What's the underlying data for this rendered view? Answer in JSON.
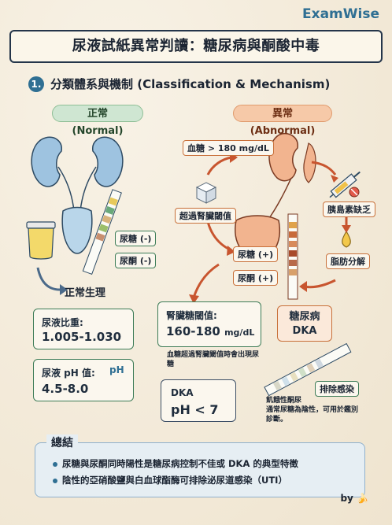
{
  "brand": "ExamWise",
  "title": "尿液試紙異常判讀：糖尿病與酮酸中毒",
  "section": {
    "number": "1.",
    "title": "分類體系與機制 (Classification & Mechanism)"
  },
  "normal": {
    "pill": "正常 (Normal)",
    "strip_labels": [
      "尿糖 (-)",
      "尿酮 (-)"
    ],
    "physiology_label": "正常生理",
    "sg": {
      "label": "尿液比重:",
      "value": "1.005-1.030"
    },
    "ph": {
      "label": "尿液 pH 值:",
      "value": "4.5-8.0",
      "icon_text": "pH"
    }
  },
  "abnormal": {
    "pill": "異常 (Abnormal)",
    "blood_sugar": "血糖 > 180 mg/dL",
    "over_threshold": "超過腎臟閾值",
    "insulin_lack": "胰島素缺乏",
    "fat_breakdown": "脂肪分解",
    "strip_labels": [
      "尿糖 (+)",
      "尿酮 (+)"
    ],
    "renal_threshold": {
      "label": "腎臟糖閾值:",
      "value": "160-180",
      "unit": "mg/dL",
      "note": "血糖超過腎臟閾值時會出現尿糖"
    },
    "diabetes": {
      "line1": "糖尿病",
      "line2": "DKA"
    },
    "dka": {
      "label": "DKA",
      "value": "pH < 7"
    },
    "exclude_infection": "排除感染",
    "ketone_note": "飢餓性酮尿\n通常尿糖為陰性，可用於鑑別診斷。"
  },
  "summary": {
    "title": "總結",
    "items": [
      "尿糖與尿酮同時陽性是糖尿病控制不佳或 DKA 的典型特徵",
      "陰性的亞硝酸鹽與白血球酯酶可排除泌尿道感染（UTI）"
    ]
  },
  "byline": {
    "prefix": "by",
    "logo": "🍌"
  },
  "colors": {
    "accent": "#2f6f93",
    "normal": "#3d7c57",
    "abnormal": "#c8703a",
    "arrow": "#c8552f"
  }
}
